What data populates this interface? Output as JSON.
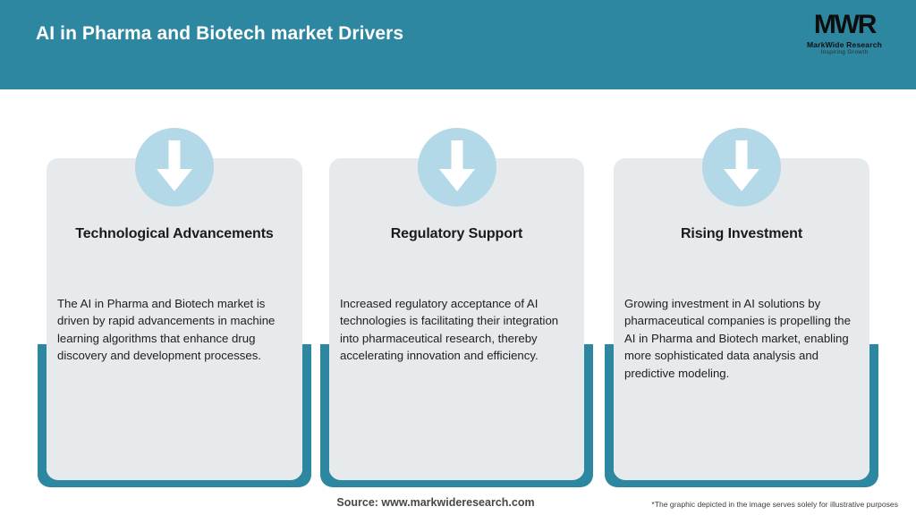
{
  "header": {
    "title": "AI in Pharma and Biotech market Drivers",
    "background_color": "#2e87a0",
    "title_color": "#ffffff"
  },
  "logo": {
    "mark": "MWR",
    "name": "MarkWide Research",
    "tagline": "Inspiring Growth"
  },
  "theme": {
    "accent_teal": "#2e87a0",
    "card_background": "#e6eaec",
    "circle_blue": "#b3d9e8",
    "arrow_color": "#ffffff",
    "page_background": "#ffffff"
  },
  "cards": [
    {
      "icon": "down-arrow-icon",
      "title": "Technological Advancements",
      "body": "The AI in Pharma and Biotech market is driven by rapid advancements in machine learning algorithms that enhance drug discovery and development processes."
    },
    {
      "icon": "down-arrow-icon",
      "title": "Regulatory Support",
      "body": "Increased regulatory acceptance of AI technologies is facilitating their integration into pharmaceutical research, thereby accelerating innovation and efficiency."
    },
    {
      "icon": "down-arrow-icon",
      "title": "Rising Investment",
      "body": "Growing investment in AI solutions by pharmaceutical companies is propelling the AI in Pharma and Biotech market, enabling more sophisticated data analysis and predictive modeling."
    }
  ],
  "footer": {
    "source": "Source: www.markwideresearch.com",
    "disclaimer": "*The graphic depicted in the image serves solely for illustrative purposes"
  }
}
